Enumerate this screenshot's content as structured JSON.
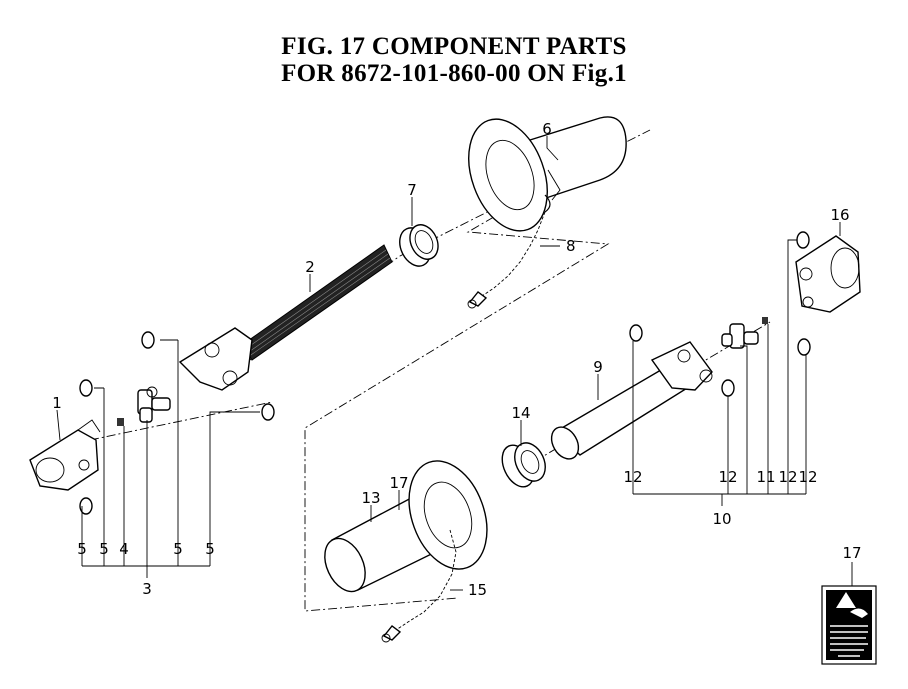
{
  "figure": {
    "title_line1": "FIG. 17  COMPONENT PARTS",
    "title_line2": "FOR 8672-101-860-00 ON Fig.1"
  },
  "callouts": {
    "c1": "1",
    "c2": "2",
    "c3": "3",
    "c4": "4",
    "c5a": "5",
    "c5b": "5",
    "c5c": "5",
    "c5d": "5",
    "c6": "6",
    "c7": "7",
    "c8": "8",
    "c9": "9",
    "c10": "10",
    "c11": "11",
    "c12a": "12",
    "c12b": "12",
    "c12c": "12",
    "c12d": "12",
    "c13": "13",
    "c14": "14",
    "c15": "15",
    "c16": "16",
    "c17a": "17",
    "c17b": "17"
  }
}
